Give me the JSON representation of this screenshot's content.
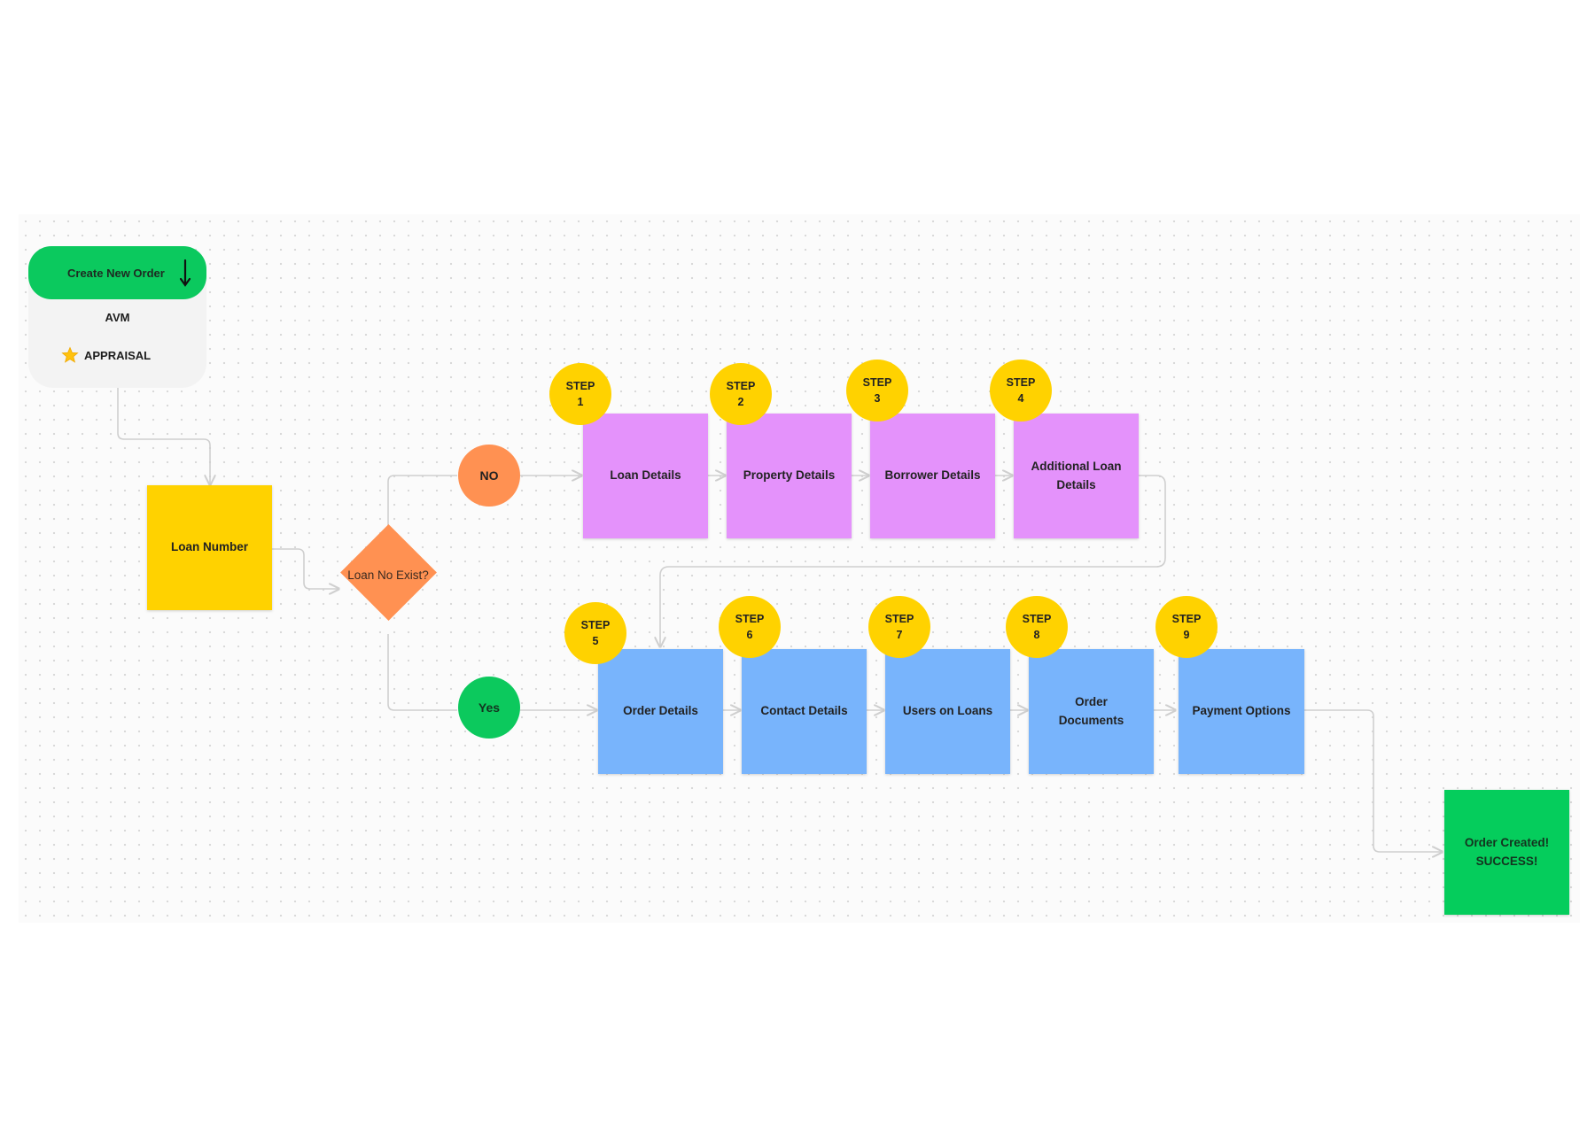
{
  "menu": {
    "create_label": "Create New Order",
    "items": [
      {
        "label": "AVM",
        "icon": "none"
      },
      {
        "label": "APPRAISAL",
        "icon": "star-icon"
      }
    ]
  },
  "nodes": {
    "loan_number": "Loan Number",
    "decision": "Loan No Exist?",
    "no_label": "NO",
    "yes_label": "Yes",
    "success": "Order Created! SUCCESS!"
  },
  "steps_top": [
    {
      "word": "STEP",
      "num": "1",
      "label": "Loan Details"
    },
    {
      "word": "STEP",
      "num": "2",
      "label": "Property Details"
    },
    {
      "word": "STEP",
      "num": "3",
      "label": "Borrower Details"
    },
    {
      "word": "STEP",
      "num": "4",
      "label": "Additional Loan Details"
    }
  ],
  "steps_bottom": [
    {
      "word": "STEP",
      "num": "5",
      "label": "Order Details"
    },
    {
      "word": "STEP",
      "num": "6",
      "label": "Contact Details"
    },
    {
      "word": "STEP",
      "num": "7",
      "label": "Users on Loans"
    },
    {
      "word": "STEP",
      "num": "8",
      "label": "Order Documents"
    },
    {
      "word": "STEP",
      "num": "9",
      "label": "Payment Options"
    }
  ],
  "colors": {
    "green": "#0bc95e",
    "yellow": "#ffd200",
    "orange": "#ff9152",
    "purple": "#e492fb",
    "blue": "#78b4fc",
    "connector": "#cfcfcf"
  }
}
